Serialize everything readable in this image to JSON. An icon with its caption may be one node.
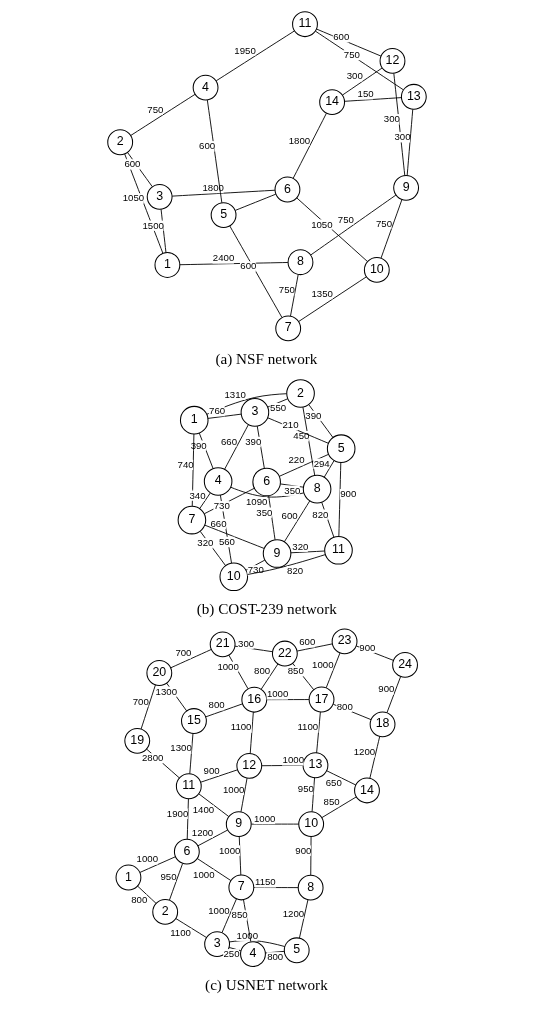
{
  "diagram": {
    "nodes": [
      {
        "text": [
          "1"
        ]
      },
      {
        "text": [
          "2"
        ]
      },
      {
        "text": [
          "3"
        ]
      },
      {
        "text": [
          "4"
        ]
      },
      {
        "text": [
          "5"
        ]
      },
      {
        "text": [
          "6"
        ]
      },
      {
        "text": [
          "7"
        ]
      },
      {
        "text": [
          "8"
        ]
      },
      {
        "text": [
          "9"
        ]
      },
      {
        "text": [
          "10"
        ]
      },
      {
        "text": [
          "11"
        ]
      },
      {
        "text": [
          "12"
        ]
      },
      {
        "text": [
          "13"
        ]
      },
      {
        "text": [
          "14"
        ]
      },
      {
        "text": [
          "1"
        ]
      },
      {
        "text": [
          "2"
        ]
      },
      {
        "text": [
          "3"
        ]
      },
      {
        "text": [
          "4"
        ]
      },
      {
        "text": [
          "5"
        ]
      },
      {
        "text": [
          "6"
        ]
      },
      {
        "text": [
          "7"
        ]
      },
      {
        "text": [
          "8"
        ]
      },
      {
        "text": [
          "9"
        ]
      },
      {
        "text": [
          "10"
        ]
      },
      {
        "text": [
          "11"
        ]
      },
      {
        "text": [
          "1"
        ]
      },
      {
        "text": [
          "2"
        ]
      },
      {
        "text": [
          "3"
        ]
      },
      {
        "text": [
          "4"
        ]
      },
      {
        "text": [
          "5"
        ]
      },
      {
        "text": [
          "6"
        ]
      },
      {
        "text": [
          "7"
        ]
      },
      {
        "text": [
          "8"
        ]
      },
      {
        "text": [
          "9"
        ]
      },
      {
        "text": [
          "10"
        ]
      },
      {
        "text": [
          "11"
        ]
      },
      {
        "text": [
          "12"
        ]
      },
      {
        "text": [
          "13"
        ]
      },
      {
        "text": [
          "14"
        ]
      },
      {
        "text": [
          "15"
        ]
      },
      {
        "text": [
          "16"
        ]
      },
      {
        "text": [
          "17"
        ]
      },
      {
        "text": [
          "18"
        ]
      },
      {
        "text": [
          "19"
        ]
      },
      {
        "text": [
          "20"
        ]
      },
      {
        "text": [
          "21"
        ]
      },
      {
        "text": [
          "22"
        ]
      },
      {
        "text": [
          "23"
        ]
      },
      {
        "text": [
          "24"
        ]
      }
    ],
    "edges": [
      {
        "from": 0,
        "to": 1,
        "arrow": "none",
        "label": "1050"
      },
      {
        "from": 0,
        "to": 2,
        "arrow": "none",
        "label": "1500"
      },
      {
        "from": 0,
        "to": 7,
        "arrow": "none",
        "label": "2400"
      },
      {
        "from": 1,
        "to": 3,
        "arrow": "none",
        "label": "750"
      },
      {
        "from": 1,
        "to": 2,
        "arrow": "none",
        "label": "600"
      },
      {
        "from": 3,
        "to": 10,
        "arrow": "none",
        "label": "1950"
      },
      {
        "from": 3,
        "to": 4,
        "arrow": "none",
        "label": "600"
      },
      {
        "from": 4,
        "to": 6,
        "arrow": "none",
        "label": "600"
      },
      {
        "from": 4,
        "to": 5,
        "arrow": "none"
      },
      {
        "from": 6,
        "to": 7,
        "arrow": "none",
        "label": "750"
      },
      {
        "from": 6,
        "to": 9,
        "arrow": "none",
        "label": "1350"
      },
      {
        "from": 7,
        "to": 8,
        "arrow": "none",
        "label": "750"
      },
      {
        "from": 2,
        "to": 5,
        "arrow": "none",
        "label": "1800"
      },
      {
        "from": 5,
        "to": 13,
        "arrow": "none",
        "label": "1800"
      },
      {
        "from": 5,
        "to": 9,
        "arrow": "none",
        "label": "1050"
      },
      {
        "from": 8,
        "to": 9,
        "arrow": "none",
        "label": "750"
      },
      {
        "from": 8,
        "to": 12,
        "arrow": "none",
        "label": "300"
      },
      {
        "from": 8,
        "to": 11,
        "arrow": "none",
        "label": "300"
      },
      {
        "from": 10,
        "to": 11,
        "arrow": "none",
        "label": "600"
      },
      {
        "from": 10,
        "to": 12,
        "arrow": "none",
        "label": "750"
      },
      {
        "from": 11,
        "to": 13,
        "arrow": "none",
        "label": "300"
      },
      {
        "from": 12,
        "to": 13,
        "arrow": "none",
        "label": "150"
      },
      {
        "from": 14,
        "to": 15,
        "arrow": "none",
        "label": "1310"
      },
      {
        "from": 14,
        "to": 16,
        "arrow": "none",
        "label": "760"
      },
      {
        "from": 14,
        "to": 20,
        "arrow": "none",
        "label": "740"
      },
      {
        "from": 14,
        "to": 17,
        "arrow": "none",
        "label": "390"
      },
      {
        "from": 15,
        "to": 16,
        "arrow": "none",
        "label": "550"
      },
      {
        "from": 15,
        "to": 18,
        "arrow": "none",
        "label": "390"
      },
      {
        "from": 15,
        "to": 21,
        "arrow": "none",
        "label": "450"
      },
      {
        "from": 16,
        "to": 17,
        "arrow": "none",
        "label": "660"
      },
      {
        "from": 16,
        "to": 18,
        "arrow": "none",
        "label": "210"
      },
      {
        "from": 16,
        "to": 19,
        "arrow": "none",
        "label": "390"
      },
      {
        "from": 17,
        "to": 21,
        "arrow": "none",
        "label": "1090"
      },
      {
        "from": 17,
        "to": 20,
        "arrow": "none",
        "label": "340"
      },
      {
        "from": 17,
        "to": 23,
        "arrow": "none",
        "label": "660"
      },
      {
        "from": 18,
        "to": 19,
        "arrow": "none",
        "label": "220"
      },
      {
        "from": 18,
        "to": 21,
        "arrow": "none",
        "label": "294"
      },
      {
        "from": 18,
        "to": 24,
        "arrow": "none",
        "label": "900"
      },
      {
        "from": 19,
        "to": 20,
        "arrow": "none",
        "label": "730"
      },
      {
        "from": 19,
        "to": 21,
        "arrow": "none",
        "label": "350"
      },
      {
        "from": 19,
        "to": 22,
        "arrow": "none",
        "label": "350"
      },
      {
        "from": 20,
        "to": 22,
        "arrow": "none",
        "label": "560"
      },
      {
        "from": 20,
        "to": 23,
        "arrow": "none",
        "label": "320"
      },
      {
        "from": 21,
        "to": 22,
        "arrow": "none",
        "label": "600"
      },
      {
        "from": 21,
        "to": 24,
        "arrow": "none",
        "label": "820"
      },
      {
        "from": 22,
        "to": 23,
        "arrow": "none",
        "label": "730"
      },
      {
        "from": 22,
        "to": 24,
        "arrow": "none",
        "label": "320"
      },
      {
        "from": 23,
        "to": 24,
        "arrow": "none",
        "label": "820"
      },
      {
        "from": 25,
        "to": 26,
        "arrow": "none",
        "label": "800"
      },
      {
        "from": 25,
        "to": 30,
        "arrow": "none",
        "label": "1000"
      },
      {
        "from": 26,
        "to": 30,
        "arrow": "none",
        "label": "950"
      },
      {
        "from": 26,
        "to": 27,
        "arrow": "none",
        "label": "1100"
      },
      {
        "from": 30,
        "to": 35,
        "arrow": "none",
        "label": "1900"
      },
      {
        "from": 30,
        "to": 31,
        "arrow": "none",
        "label": "1000"
      },
      {
        "from": 30,
        "to": 33,
        "arrow": "none",
        "label": "1200"
      },
      {
        "from": 35,
        "to": 33,
        "arrow": "none",
        "label": "1400"
      },
      {
        "from": 35,
        "to": 43,
        "arrow": "none",
        "label": "2800"
      },
      {
        "from": 35,
        "to": 39,
        "arrow": "none",
        "label": "1300"
      },
      {
        "from": 35,
        "to": 36,
        "arrow": "none",
        "label": "900"
      },
      {
        "from": 39,
        "to": 44,
        "arrow": "none",
        "label": "1300"
      },
      {
        "from": 39,
        "to": 40,
        "arrow": "none",
        "label": "800"
      },
      {
        "from": 43,
        "to": 44,
        "arrow": "none",
        "label": "700"
      },
      {
        "from": 44,
        "to": 45,
        "arrow": "none",
        "label": "700"
      },
      {
        "from": 27,
        "to": 31,
        "arrow": "none",
        "label": "1000"
      },
      {
        "from": 27,
        "to": 28,
        "arrow": "none",
        "label": "250"
      },
      {
        "from": 27,
        "to": 29,
        "arrow": "none",
        "label": "1000"
      },
      {
        "from": 28,
        "to": 31,
        "arrow": "none",
        "label": "850"
      },
      {
        "from": 28,
        "to": 29,
        "arrow": "none",
        "label": "800"
      },
      {
        "from": 31,
        "to": 33,
        "arrow": "none",
        "label": "1000"
      },
      {
        "from": 31,
        "to": 32,
        "arrow": "none",
        "label": "1150"
      },
      {
        "from": 29,
        "to": 32,
        "arrow": "none",
        "label": "1200"
      },
      {
        "from": 32,
        "to": 34,
        "arrow": "none",
        "label": "900"
      },
      {
        "from": 33,
        "to": 36,
        "arrow": "none",
        "label": "1000"
      },
      {
        "from": 33,
        "to": 34,
        "arrow": "none",
        "label": "1000"
      },
      {
        "from": 36,
        "to": 40,
        "arrow": "none",
        "label": "1100"
      },
      {
        "from": 36,
        "to": 37,
        "arrow": "none",
        "label": "1000"
      },
      {
        "from": 40,
        "to": 45,
        "arrow": "none",
        "label": "1000"
      },
      {
        "from": 40,
        "to": 46,
        "arrow": "none",
        "label": "800"
      },
      {
        "from": 40,
        "to": 41,
        "arrow": "none",
        "label": "1000"
      },
      {
        "from": 45,
        "to": 46,
        "arrow": "none",
        "label": "300"
      },
      {
        "from": 46,
        "to": 41,
        "arrow": "none",
        "label": "850"
      },
      {
        "from": 46,
        "to": 47,
        "arrow": "none",
        "label": "600"
      },
      {
        "from": 34,
        "to": 37,
        "arrow": "none",
        "label": "950"
      },
      {
        "from": 34,
        "to": 38,
        "arrow": "none",
        "label": "850"
      },
      {
        "from": 37,
        "to": 41,
        "arrow": "none",
        "label": "1100"
      },
      {
        "from": 37,
        "to": 38,
        "arrow": "none",
        "label": "650"
      },
      {
        "from": 41,
        "to": 47,
        "arrow": "none",
        "label": "1000"
      },
      {
        "from": 41,
        "to": 42,
        "arrow": "none",
        "label": "800"
      },
      {
        "from": 38,
        "to": 42,
        "arrow": "none",
        "label": "1200"
      },
      {
        "from": 42,
        "to": 48,
        "arrow": "none",
        "label": "900"
      },
      {
        "from": 47,
        "to": 48,
        "arrow": "none",
        "label": "900"
      }
    ],
    "labels": [
      "(a) NSF network",
      "(b) COST-239 network",
      "(c) USNET network"
    ]
  }
}
